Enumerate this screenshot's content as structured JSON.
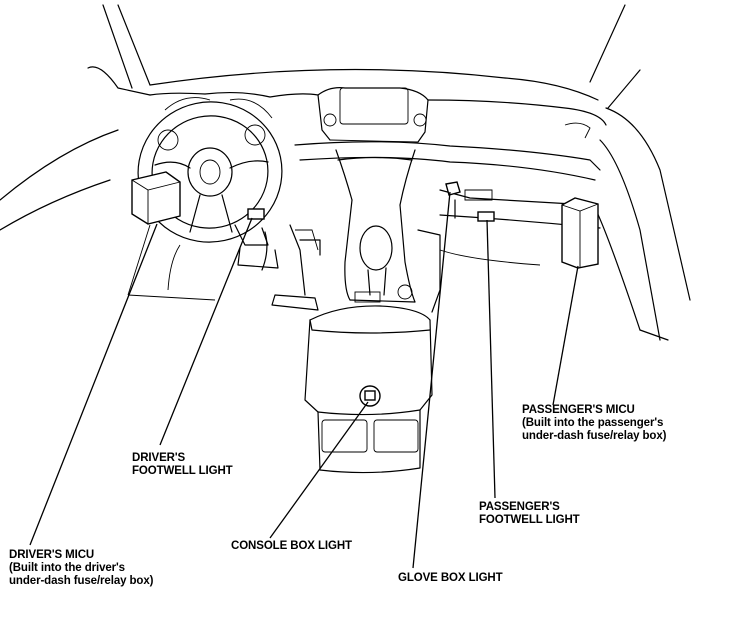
{
  "labels": {
    "drivers_micu": {
      "title": "DRIVER'S MICU",
      "line2": "(Built into the driver's",
      "line3": "under-dash fuse/relay box)"
    },
    "drivers_footwell_light": {
      "line1": "DRIVER'S",
      "line2": "FOOTWELL LIGHT"
    },
    "console_box_light": {
      "line1": "CONSOLE BOX LIGHT"
    },
    "glove_box_light": {
      "line1": "GLOVE BOX LIGHT"
    },
    "passengers_footwell_light": {
      "line1": "PASSENGER'S",
      "line2": "FOOTWELL LIGHT"
    },
    "passengers_micu": {
      "title": "PASSENGER'S MICU",
      "line2": "(Built into the passenger's",
      "line3": "under-dash fuse/relay box)"
    }
  }
}
